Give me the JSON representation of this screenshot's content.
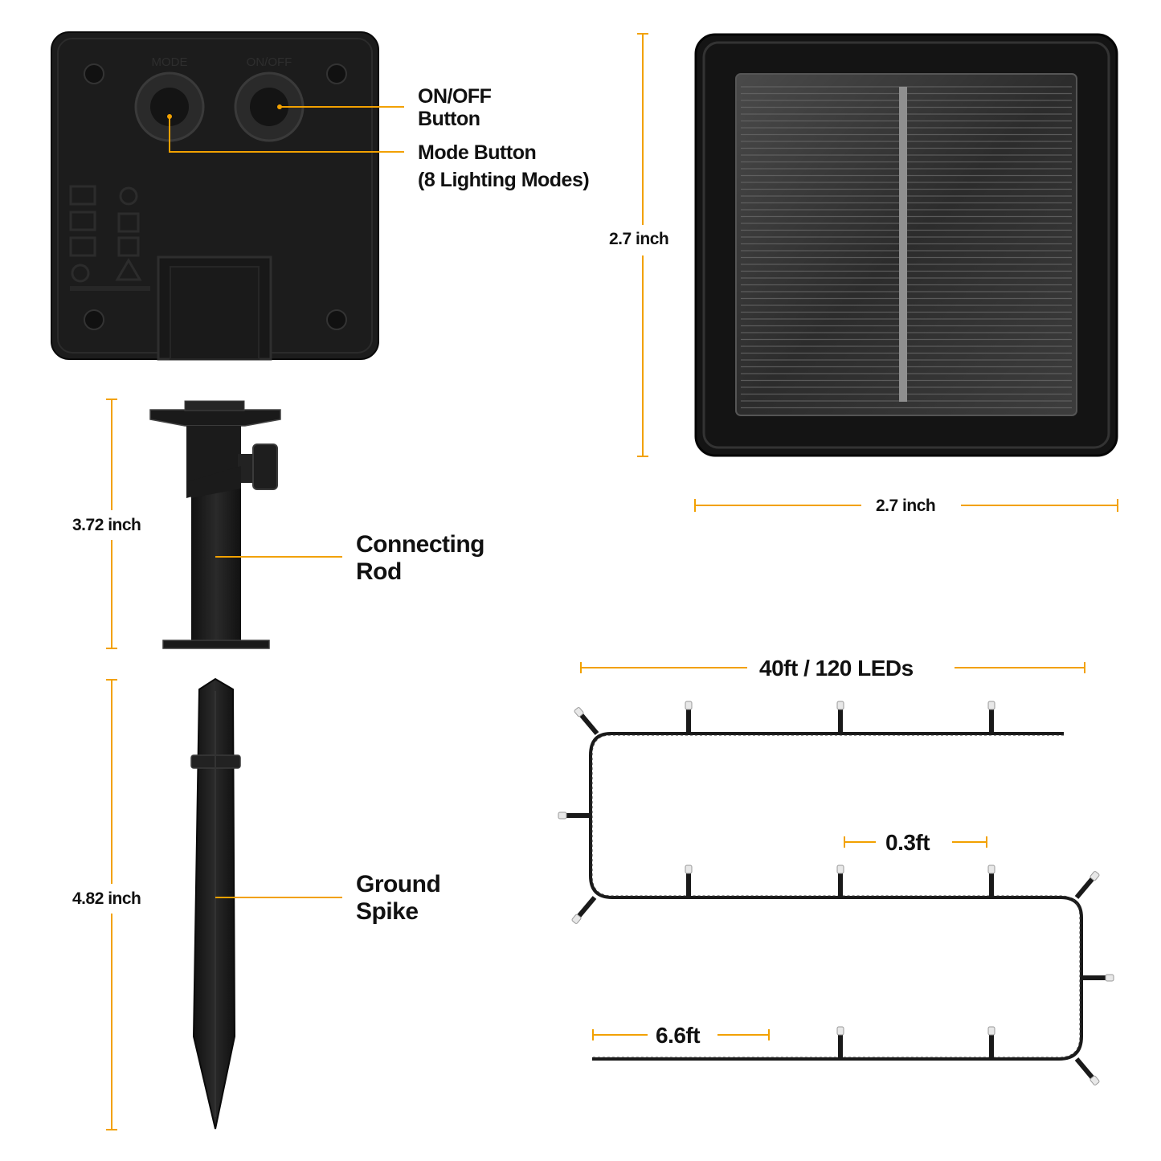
{
  "control_box": {
    "mode_mark": "MODE",
    "onoff_mark": "ON/OFF",
    "onoff_label_line1": "ON/OFF",
    "onoff_label_line2": "Button",
    "mode_label_line1": "Mode Button",
    "mode_label_line2": "(8 Lighting Modes)"
  },
  "solar_panel": {
    "height_label": "2.7 inch",
    "width_label": "2.7 inch"
  },
  "connecting_rod": {
    "height_label": "3.72 inch",
    "label_line1": "Connecting",
    "label_line2": "Rod"
  },
  "ground_spike": {
    "height_label": "4.82 inch",
    "label_line1": "Ground",
    "label_line2": "Spike"
  },
  "string_lights": {
    "total_label": "40ft / 120 LEDs",
    "spacing_label": "0.3ft",
    "lead_label": "6.6ft"
  },
  "colors": {
    "accent": "#F2A100",
    "device": "#1c1c1c",
    "wire": "#1a1a1a"
  }
}
